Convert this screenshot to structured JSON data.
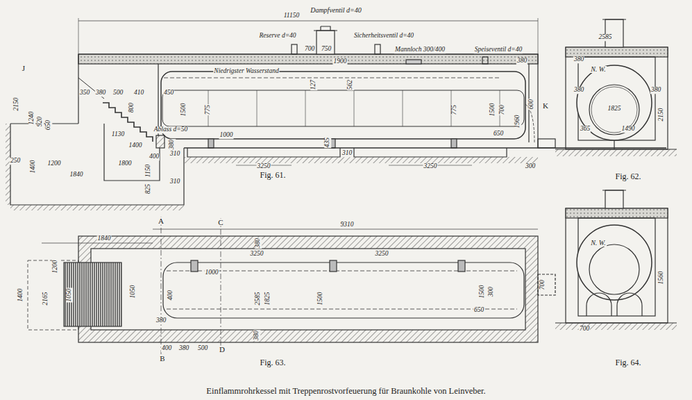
{
  "diagram": {
    "caption": "Einflammrohrkessel mit Treppenrostvorfeuerung für Braunkohle von Leinveber.",
    "labels": [
      "11150",
      "Dampfventil d=40",
      "Reserve d=40",
      "Sicherheitsventil d=40",
      "700",
      "750",
      "Mannloch 300/400",
      "Speiseventil d=40",
      "1900",
      "Niedrigster Wasserstand",
      "380",
      "J",
      "2150",
      "1240",
      "920",
      "650",
      "350",
      "380",
      "500",
      "410",
      "450",
      "800",
      "1500",
      "775",
      "127",
      "562",
      "775",
      "1500",
      "700",
      "1960",
      "600",
      "K",
      "1130",
      "1400",
      "Ablass d=50",
      "1000",
      "435",
      "650",
      "400",
      "380",
      "310",
      "310",
      "310",
      "3250",
      "3250",
      "300",
      "250",
      "1400",
      "1200",
      "1840",
      "1800",
      "1150",
      "825",
      "Fig. 61.",
      "2585",
      "380",
      "N. W.",
      "1825",
      "380",
      "380",
      "2150",
      "365",
      "1490",
      "Fig. 62.",
      "1840",
      "9310",
      "A",
      "C",
      "380",
      "3250",
      "3250",
      "1000",
      "1200",
      "1400",
      "2165",
      "1050",
      "1050",
      "400",
      "380",
      "2585",
      "1825",
      "1500",
      "1500",
      "300",
      "650",
      "700",
      "380",
      "400",
      "380",
      "500",
      "B",
      "D",
      "Fig. 63.",
      "N. W.",
      "1560",
      "700",
      "Fig. 64."
    ]
  }
}
